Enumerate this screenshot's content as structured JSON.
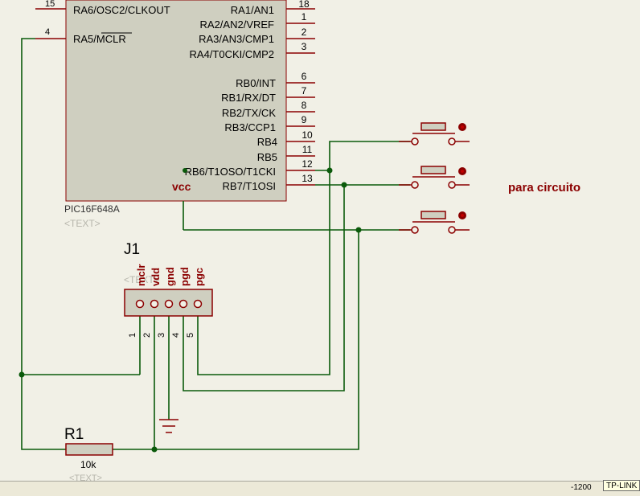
{
  "chip": {
    "part": "PIC16F648A",
    "text_placeholder": "<TEXT>",
    "vcc_label": "vcc",
    "left_pins": [
      {
        "num": "15",
        "name": "RA6/OSC2/CLKOUT"
      },
      {
        "num": "4",
        "name": "RA5/MCLR"
      }
    ],
    "right_pins": [
      {
        "num": "18",
        "name": "RA1/AN1"
      },
      {
        "num": "1",
        "name": "RA2/AN2/VREF"
      },
      {
        "num": "2",
        "name": "RA3/AN3/CMP1"
      },
      {
        "num": "3",
        "name": "RA4/T0CKI/CMP2"
      },
      {
        "num": "6",
        "name": "RB0/INT"
      },
      {
        "num": "7",
        "name": "RB1/RX/DT"
      },
      {
        "num": "8",
        "name": "RB2/TX/CK"
      },
      {
        "num": "9",
        "name": "RB3/CCP1"
      },
      {
        "num": "10",
        "name": "RB4"
      },
      {
        "num": "11",
        "name": "RB5"
      },
      {
        "num": "12",
        "name": "RB6/T1OSO/T1CKI"
      },
      {
        "num": "13",
        "name": "RB7/T1OSI"
      }
    ]
  },
  "connector": {
    "ref": "J1",
    "text_placeholder": "<TEXT>",
    "pins": [
      {
        "num": "1",
        "label": "mclr"
      },
      {
        "num": "2",
        "label": "vdd"
      },
      {
        "num": "3",
        "label": "gnd"
      },
      {
        "num": "4",
        "label": "pgd"
      },
      {
        "num": "5",
        "label": "pgc"
      }
    ]
  },
  "resistor": {
    "ref": "R1",
    "value": "10k",
    "text_placeholder": "<TEXT>"
  },
  "annotation": "para circuito",
  "status": {
    "coordinate": "-1200",
    "tooltip": "TP-LINK"
  },
  "colors": {
    "wire": "#0b5a0b",
    "component": "#8b0000",
    "chip_fill": "#cfcfc0",
    "background": "#f1f0e6"
  }
}
